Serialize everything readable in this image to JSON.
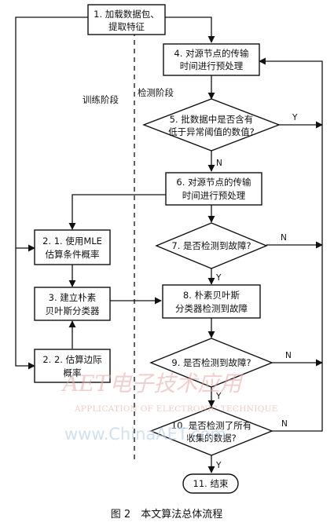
{
  "diagram": {
    "nodes": {
      "n1": [
        "1. 加载数据包、",
        "提取特征"
      ],
      "n4": [
        "4. 对源节点的传输",
        "时间进行预处理"
      ],
      "n5": [
        "5. 批数据中是否含有",
        "低于异常阈值的数值?"
      ],
      "n6": [
        "6. 对源节点的传输",
        "时间进行预处理"
      ],
      "n21": [
        "2. 1. 使用MLE",
        "估算条件概率"
      ],
      "n7": [
        "7. 是否检测到故障?"
      ],
      "n3": [
        "3. 建立朴素",
        "贝叶斯分类器"
      ],
      "n8": [
        "8. 朴素贝叶斯",
        "分类器检测到故障"
      ],
      "n22": [
        "2. 2. 估算边际",
        "概率"
      ],
      "n9": [
        "9. 是否检测到故障?"
      ],
      "n10": [
        "10. 是否检测了所有",
        "收集的数据?"
      ],
      "n11": [
        "11. 结束"
      ]
    },
    "phase_train": "训练阶段",
    "phase_detect": "检测阶段",
    "yes": "Y",
    "no": "N"
  },
  "watermark": {
    "logo": "AET电子技术应用",
    "line1": "APPLICATION OF ELECTRONIC TECHNIQUE",
    "line2": "www.ChinaAET.com"
  },
  "caption": "图 2　本文算法总体流程"
}
